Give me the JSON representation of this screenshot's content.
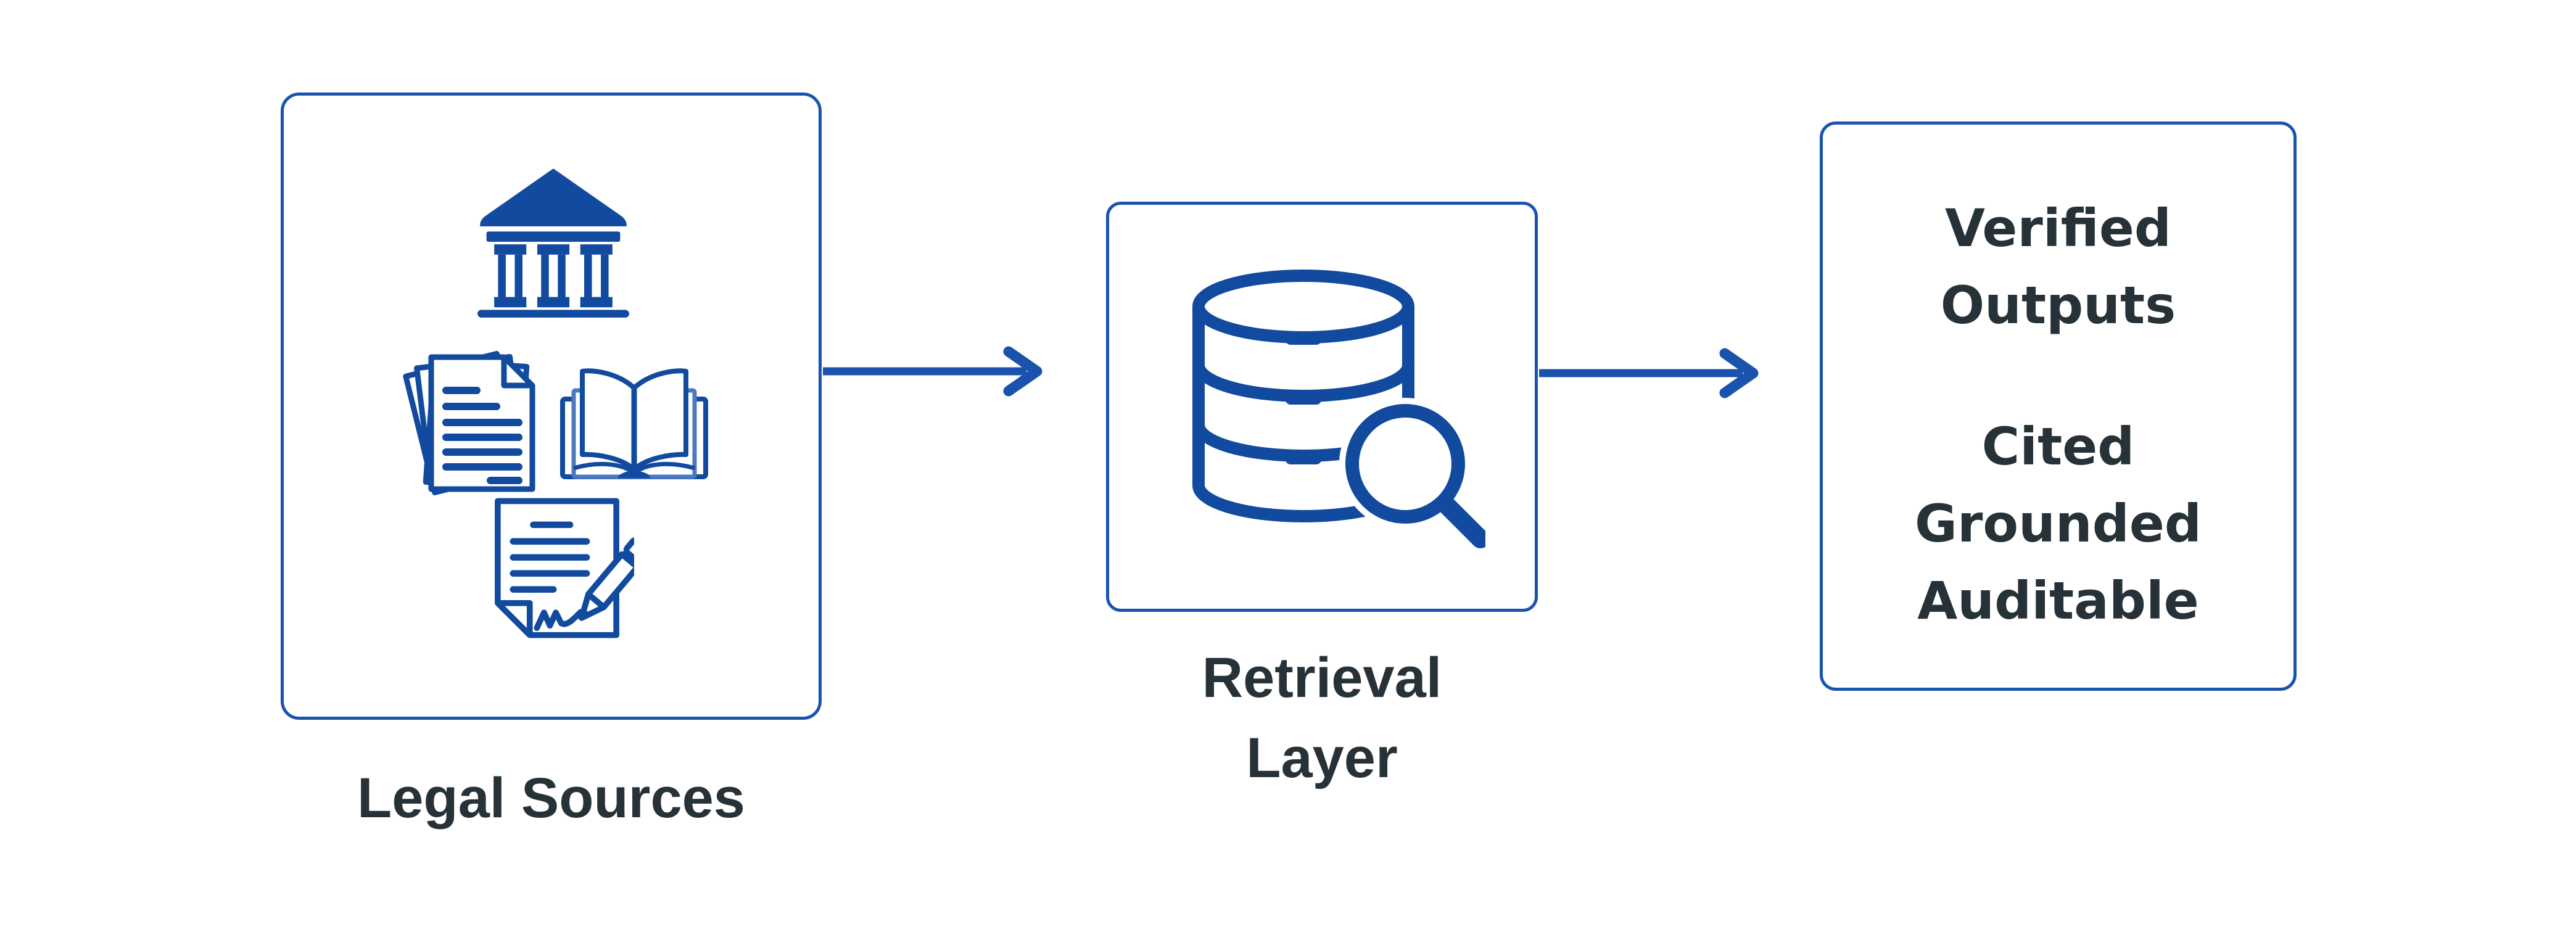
{
  "colors": {
    "accent_blue": "#1a53ae",
    "icon_blue": "#114a9e",
    "icon_blue_light": "#4d79c0",
    "text_dark": "#263238",
    "background": "#ffffff"
  },
  "nodes": {
    "legal_sources": {
      "label": "Legal Sources",
      "icons": [
        "bank-icon",
        "documents-stack-icon",
        "open-book-icon",
        "contract-signing-icon"
      ]
    },
    "retrieval_layer": {
      "label_line1": "Retrieval",
      "label_line2": "Layer",
      "icons": [
        "database-search-icon"
      ]
    },
    "verified_outputs": {
      "heading": [
        "Verified",
        "Outputs"
      ],
      "qualities": [
        "Cited",
        "Grounded",
        "Auditable"
      ]
    }
  },
  "connectors": {
    "arrow1": "legal-sources-to-retrieval-layer",
    "arrow2": "retrieval-layer-to-verified-outputs"
  }
}
